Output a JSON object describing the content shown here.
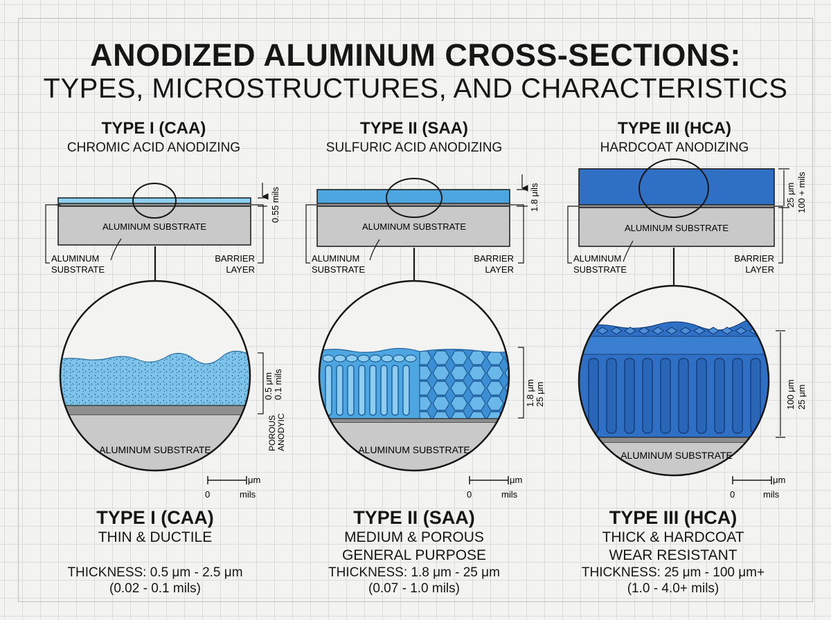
{
  "title": {
    "line1": "ANODIZED ALUMINUM CROSS-SECTIONS:",
    "line2": "TYPES, MICROSTRUCTURES, AND CHARACTERISTICS"
  },
  "colors": {
    "substrate": "#c9c9c9",
    "type1_coating": "#7ec4ea",
    "type2_coating": "#4ea6e0",
    "type3_coating": "#2f6fc4",
    "barrier": "#8f8f8f"
  },
  "panels": [
    {
      "heading": "TYPE I (CAA)",
      "process": "CHROMIC ACID ANODIZING",
      "substrate_label": "ALUMINUM SUBSTRATE",
      "left_callout": [
        "ALUMINUM",
        "SUBSTRATE"
      ],
      "right_callout": [
        "BARRIER",
        "LAYER"
      ],
      "top_dimension": "0.55 mils",
      "detail_dimension": [
        "0.5 μm",
        "0.1 mils"
      ],
      "detail_side_label": [
        "POROUS",
        "ANODYIC"
      ],
      "detail_substrate_label": "ALUMINUM SUBSTRATE",
      "scale": {
        "unit": "μm",
        "zero": "0",
        "alt_unit": "mils"
      },
      "footer_heading": "TYPE I (CAA)",
      "footer_desc": [
        "THIN & DUCTILE"
      ],
      "thickness": "THICKNESS: 0.5 μm - 2.5 μm",
      "thickness_mils": "(0.02 - 0.1 mils)"
    },
    {
      "heading": "TYPE II (SAA)",
      "process": "SULFURIC ACID ANODIZING",
      "substrate_label": "ALUMINUM SUBSTRATE",
      "left_callout": [
        "ALUMINUM",
        "SUBSTRATE"
      ],
      "right_callout": [
        "BARRIER",
        "LAYER"
      ],
      "top_dimension": "1.8 μils",
      "detail_dimension": [
        "1.8 μm",
        "25 μm"
      ],
      "detail_substrate_label": "ALUMINUM SUBSTRATE",
      "scale": {
        "unit": "μm",
        "zero": "0",
        "alt_unit": "mils"
      },
      "footer_heading": "TYPE II (SAA)",
      "footer_desc": [
        "MEDIUM & POROUS",
        "GENERAL PURPOSE"
      ],
      "thickness": "THICKNESS: 1.8 μm - 25 μm",
      "thickness_mils": "(0.07 - 1.0 mils)"
    },
    {
      "heading": "TYPE III (HCA)",
      "process": "HARDCOAT ANODIZING",
      "substrate_label": "ALUMINUM SUBSTRATE",
      "left_callout": [
        "ALUMINUM",
        "SUBSTRATE"
      ],
      "right_callout": [
        "BARRIER",
        "LAYER"
      ],
      "top_dimension": [
        "25 μm",
        "100 + mils"
      ],
      "detail_dimension": [
        "100 μm",
        "25 μm"
      ],
      "detail_substrate_label": "ALUMINUM SUBSTRATE",
      "scale": {
        "unit": "μm",
        "zero": "0",
        "alt_unit": "mils"
      },
      "footer_heading": "TYPE III (HCA)",
      "footer_desc": [
        "THICK & HARDCOAT",
        "WEAR RESISTANT"
      ],
      "thickness": "THICKNESS: 25 μm - 100 μm+",
      "thickness_mils": "(1.0 - 4.0+ mils)"
    }
  ]
}
